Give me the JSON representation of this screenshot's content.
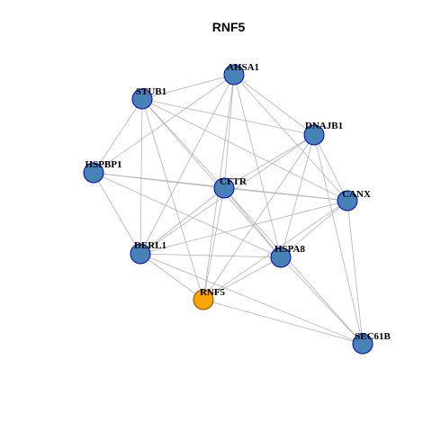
{
  "title": "RNF5",
  "colors": {
    "node_fill": "#4682b4",
    "node_stroke": "#0000cd",
    "center_fill": "#ffa500",
    "center_stroke": "#8b4500",
    "edge": "#b3b3b3"
  },
  "nodes": [
    {
      "id": "AHSA1",
      "label": "AHSA1"
    },
    {
      "id": "STUB1",
      "label": "STUB1"
    },
    {
      "id": "DNAJB1",
      "label": "DNAJB1"
    },
    {
      "id": "HSPBP1",
      "label": "HSPBP1"
    },
    {
      "id": "CFTR",
      "label": "CFTR"
    },
    {
      "id": "CANX",
      "label": "CANX"
    },
    {
      "id": "DERL1",
      "label": "DERL1"
    },
    {
      "id": "HSPA8",
      "label": "HSPA8"
    },
    {
      "id": "RNF5",
      "label": "RNF5",
      "center": true
    },
    {
      "id": "SEC61B",
      "label": "SEC61B"
    }
  ],
  "edges": [
    [
      "STUB1",
      "AHSA1"
    ],
    [
      "STUB1",
      "DNAJB1"
    ],
    [
      "STUB1",
      "HSPBP1"
    ],
    [
      "STUB1",
      "CFTR"
    ],
    [
      "STUB1",
      "CANX"
    ],
    [
      "STUB1",
      "DERL1"
    ],
    [
      "STUB1",
      "HSPA8"
    ],
    [
      "STUB1",
      "RNF5"
    ],
    [
      "AHSA1",
      "DNAJB1"
    ],
    [
      "AHSA1",
      "HSPBP1"
    ],
    [
      "AHSA1",
      "CFTR"
    ],
    [
      "AHSA1",
      "CANX"
    ],
    [
      "AHSA1",
      "DERL1"
    ],
    [
      "AHSA1",
      "HSPA8"
    ],
    [
      "AHSA1",
      "RNF5"
    ],
    [
      "DNAJB1",
      "CFTR"
    ],
    [
      "DNAJB1",
      "CANX"
    ],
    [
      "DNAJB1",
      "DERL1"
    ],
    [
      "DNAJB1",
      "HSPA8"
    ],
    [
      "DNAJB1",
      "RNF5"
    ],
    [
      "DNAJB1",
      "SEC61B"
    ],
    [
      "HSPBP1",
      "CFTR"
    ],
    [
      "HSPBP1",
      "CANX"
    ],
    [
      "HSPBP1",
      "DERL1"
    ],
    [
      "HSPBP1",
      "HSPA8"
    ],
    [
      "CFTR",
      "CANX"
    ],
    [
      "CFTR",
      "DERL1"
    ],
    [
      "CFTR",
      "HSPA8"
    ],
    [
      "CFTR",
      "RNF5"
    ],
    [
      "CFTR",
      "SEC61B"
    ],
    [
      "CANX",
      "DERL1"
    ],
    [
      "CANX",
      "HSPA8"
    ],
    [
      "CANX",
      "RNF5"
    ],
    [
      "CANX",
      "SEC61B"
    ],
    [
      "DERL1",
      "HSPA8"
    ],
    [
      "DERL1",
      "RNF5"
    ],
    [
      "DERL1",
      "SEC61B"
    ],
    [
      "HSPA8",
      "RNF5"
    ],
    [
      "HSPA8",
      "SEC61B"
    ],
    [
      "RNF5",
      "SEC61B"
    ]
  ]
}
